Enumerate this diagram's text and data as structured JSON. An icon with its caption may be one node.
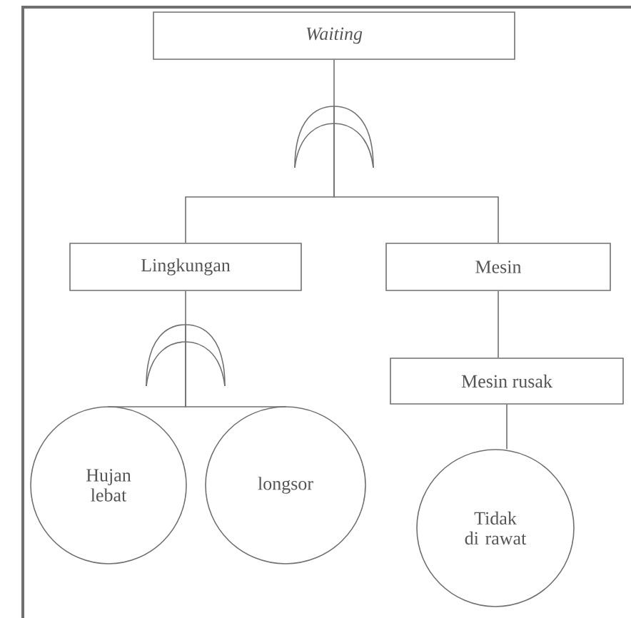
{
  "diagram": {
    "nodes": [
      {
        "text": [
          "Waiting"
        ]
      },
      {
        "text": [],
        "shape": "gate"
      },
      {
        "text": [
          "Lingkungan"
        ]
      },
      {
        "text": [
          "Mesin"
        ]
      },
      {
        "text": [],
        "shape": "gate"
      },
      {
        "text": [
          "Mesin rusak"
        ]
      },
      {
        "text": [
          "Hujan lebat"
        ]
      },
      {
        "text": [
          "longsor"
        ]
      },
      {
        "text": [
          "Tidak di rawat"
        ]
      }
    ],
    "edges": [
      {
        "from": 0,
        "to": 1,
        "arrow": "none"
      },
      {
        "from": 1,
        "to": 2,
        "arrow": "none"
      },
      {
        "from": 1,
        "to": 3,
        "arrow": "none"
      },
      {
        "from": 2,
        "to": 4,
        "arrow": "none"
      },
      {
        "from": 4,
        "to": 6,
        "arrow": "none"
      },
      {
        "from": 4,
        "to": 7,
        "arrow": "none"
      },
      {
        "from": 3,
        "to": 5,
        "arrow": "none"
      },
      {
        "from": 5,
        "to": 8,
        "arrow": "none"
      }
    ]
  }
}
